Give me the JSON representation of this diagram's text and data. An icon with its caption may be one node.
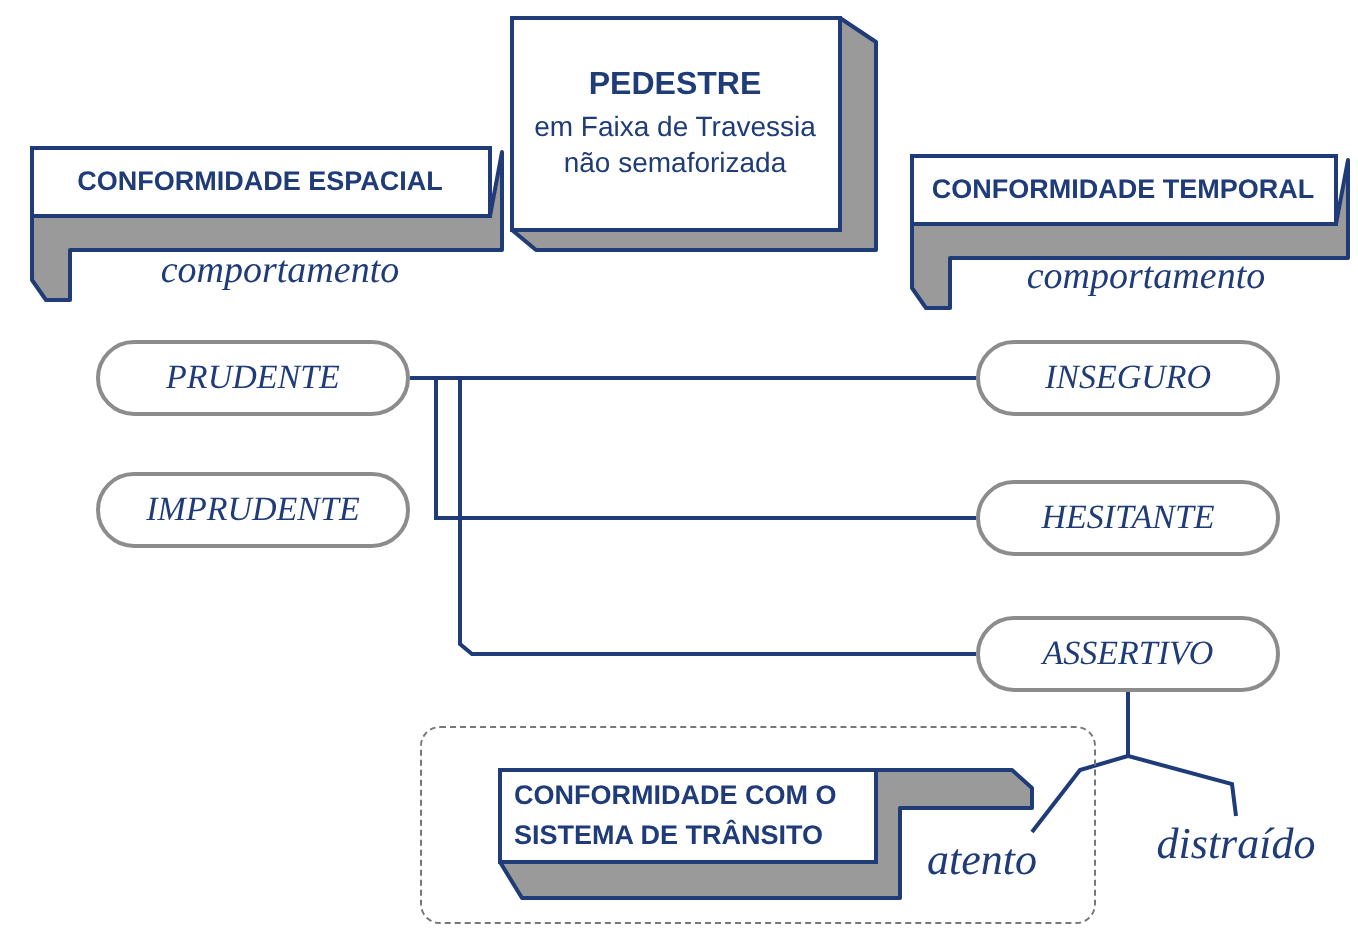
{
  "diagram": {
    "nodes": [
      {
        "text": [
          "PEDESTRE",
          "em Faixa de Travessia não semaforizada"
        ]
      },
      {
        "text": [
          "CONFORMIDADE ESPACIAL"
        ],
        "beside": [
          "comportamento"
        ]
      },
      {
        "text": [
          "CONFORMIDADE TEMPORAL"
        ],
        "beside": [
          "comportamento"
        ]
      },
      {
        "text": [
          "PRUDENTE"
        ]
      },
      {
        "text": [
          "IMPRUDENTE"
        ]
      },
      {
        "text": [
          "INSEGURO"
        ]
      },
      {
        "text": [
          "HESITANTE"
        ]
      },
      {
        "text": [
          "ASSERTIVO"
        ]
      },
      {
        "text": [],
        "shape": "box"
      },
      {
        "text": [
          "CONFORMIDADE COM O SISTEMA DE TRÂNSITO"
        ],
        "in": 8
      },
      {
        "text": [
          "atento"
        ],
        "in": 8
      },
      {
        "text": [
          "distraído"
        ]
      }
    ],
    "edges": [
      {
        "from": 3,
        "to": 5,
        "arrow": "none"
      },
      {
        "from": 3,
        "to": 6,
        "arrow": "none"
      },
      {
        "from": 3,
        "to": 7,
        "arrow": "none"
      },
      {
        "from": 7,
        "to": 10,
        "arrow": "none"
      },
      {
        "from": 7,
        "to": 11,
        "arrow": "none"
      }
    ]
  }
}
